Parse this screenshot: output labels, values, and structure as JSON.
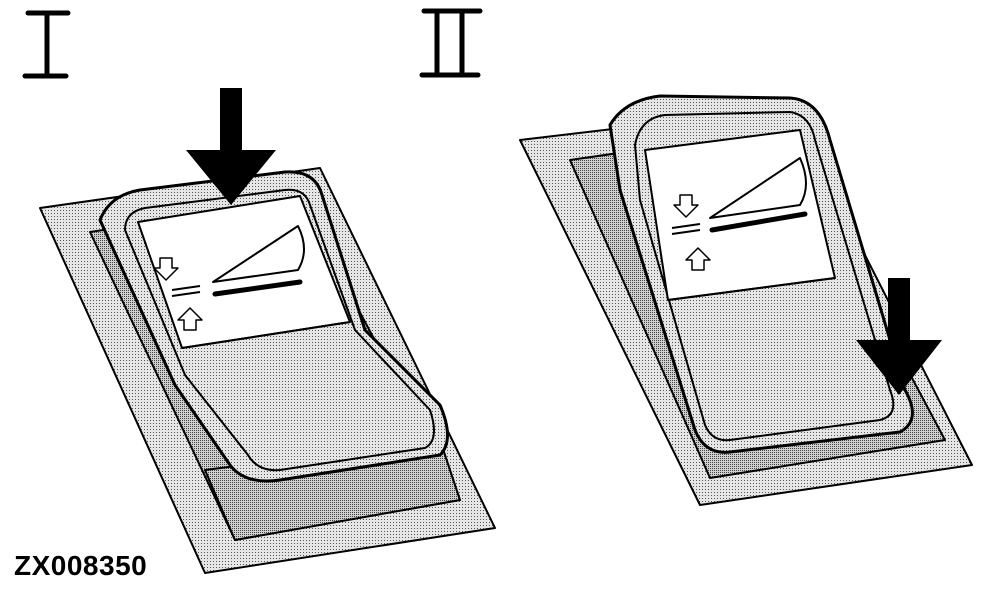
{
  "figure": {
    "code": "ZX008350",
    "panels": [
      {
        "label": "I",
        "state": "pressed-top",
        "arrow": "down-at-top"
      },
      {
        "label": "II",
        "state": "pressed-bottom",
        "arrow": "down-at-bottom"
      }
    ],
    "colors": {
      "line": "#000000",
      "fill": "#d4d4d4",
      "fill_dark": "#bdbdbd",
      "paper": "#ffffff"
    }
  }
}
